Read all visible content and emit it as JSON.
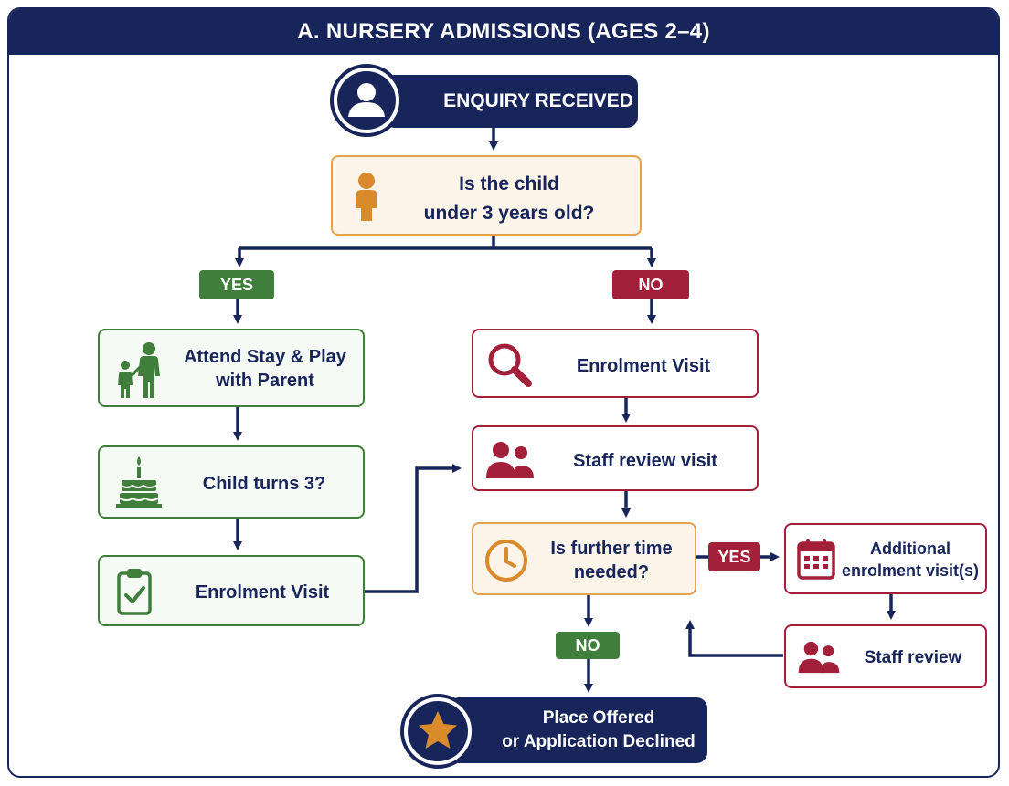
{
  "title": "A. NURSERY ADMISSIONS (AGES 2–4)",
  "nodes": {
    "enquiry": "ENQUIRY RECEIVED",
    "question_age_line1": "Is the child",
    "question_age_line2": "under 3 years old?",
    "stay_play_line1": "Attend Stay & Play",
    "stay_play_line2": "with Parent",
    "turns3": "Child turns 3?",
    "enrolment_left": "Enrolment Visit",
    "enrolment_right": "Enrolment Visit",
    "staff_review_visit": "Staff review visit",
    "further_time_line1": "Is further time",
    "further_time_line2": "needed?",
    "additional_line1": "Additional",
    "additional_line2": "enrolment visit(s)",
    "staff_review": "Staff review",
    "final_line1": "Place Offered",
    "final_line2": "or Application Declined"
  },
  "labels": {
    "yes_left": "YES",
    "no_right": "NO",
    "yes_further": "YES",
    "no_further": "NO"
  },
  "colors": {
    "navy": "#17255a",
    "green": "#3f7f3b",
    "red": "#a3203a",
    "orange": "#e3a24f",
    "star": "#d98b2b"
  },
  "icons": [
    "user-icon",
    "child-icon",
    "parent-child-icon",
    "cake-icon",
    "clipboard-check-icon",
    "magnifier-icon",
    "people-icon",
    "clock-icon",
    "calendar-icon",
    "star-icon"
  ]
}
